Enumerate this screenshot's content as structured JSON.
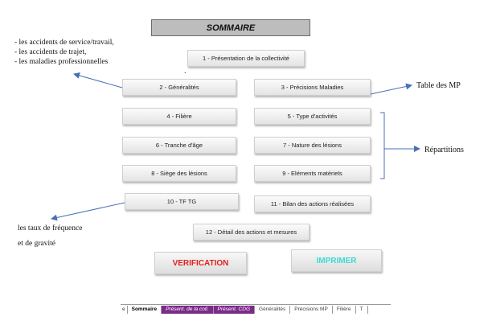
{
  "title": "SOMMAIRE",
  "buttons": {
    "b1": "1 - Présentation de la collectivité",
    "b2": "2 - Généralités",
    "b3": "3 - Précisions Maladies",
    "b4": "4 - Filière",
    "b5": "5 - Type d'activités",
    "b6": "6 - Tranche d'âge",
    "b7": "7 - Nature des lésions",
    "b8": "8 - Siège des lésions",
    "b9": "9 - Eléments matériels",
    "b10": "10 - TF TG",
    "b11": "11 - Bilan des actions réalisées",
    "b12": "12 - Détail des actions et mesures",
    "verification": "VERIFICATION",
    "imprimer": "IMPRIMER"
  },
  "notes": {
    "accidents": [
      "- les accidents de service/travail,",
      "- les accidents de trajet,",
      "- les maladies professionnelles"
    ],
    "table_mp": "Table des MP",
    "repartitions": "Répartitions",
    "taux": [
      "les taux de fréquence",
      "et de gravité"
    ],
    "dot": "."
  },
  "tabs": {
    "left_fragment": "e",
    "items": [
      {
        "label": "Sommaire",
        "style": "active"
      },
      {
        "label": "Présent. de la coll.",
        "style": "purple"
      },
      {
        "label": "Présent. CDG",
        "style": "purple"
      },
      {
        "label": "Généralités",
        "style": "plain"
      },
      {
        "label": "Précisions MP",
        "style": "plain"
      },
      {
        "label": "Filière",
        "style": "plain"
      },
      {
        "label": "T",
        "style": "plain"
      }
    ]
  },
  "colors": {
    "tab_purple": "#7b2b89",
    "verification_text": "#e0201b",
    "imprimer_text": "#3fd9d2",
    "arrow": "#4a6fb5"
  }
}
